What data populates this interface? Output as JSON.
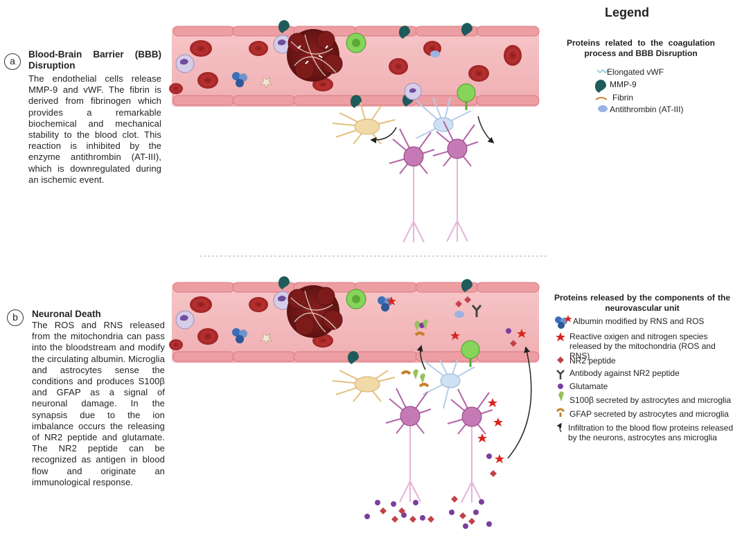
{
  "panel_a": {
    "letter": "a",
    "heading": "Blood-Brain Barrier (BBB) Disruption",
    "body": "The endothelial cells release MMP-9 and vWF. The fibrin is derived from fibrinogen which provides a remarkable biochemical and mechanical stability to the blood clot. This reaction is inhibited by the enzyme antithrombin (AT-III), which is downregulated during an ischemic event."
  },
  "panel_b": {
    "letter": "b",
    "heading": "Neuronal Death",
    "body": "The ROS and RNS released from the mitochondria can pass into the bloodstream and modify the circulating albumin. Microglia and astrocytes sense the conditions and produces S100β and GFAP as a signal of neuronal damage. In the synapsis due to the ion imbalance occurs the releasing of NR2 peptide and glutamate. The NR2 peptide can be recognized as antigen in blood flow and originate an immunological response."
  },
  "legend": {
    "title": "Legend",
    "section1_title": "Proteins related to the coagulation process and BBB Disruption",
    "section1_items": [
      {
        "icon": "vwf-icon",
        "label": "Elongated vWF"
      },
      {
        "icon": "mmp9-icon",
        "label": "MMP-9"
      },
      {
        "icon": "fibrin-icon",
        "label": "Fibrin"
      },
      {
        "icon": "antithrombin-icon",
        "label": "Antithrombin (AT-III)"
      }
    ],
    "section2_title": "Proteins released by the components of the neurovascular unit",
    "section2_items": [
      {
        "icon": "albumin-icon",
        "label": "Albumin modified by RNS and ROS"
      },
      {
        "icon": "ros-star-icon",
        "label": "Reactive oxigen and nitrogen species released by the mitochondria (ROS and RNS)"
      },
      {
        "icon": "nr2-diamond-icon",
        "label": "NR2 peptide"
      },
      {
        "icon": "antibody-icon",
        "label": "Antibody against NR2 peptide"
      },
      {
        "icon": "glutamate-icon",
        "label": "Glutamate"
      },
      {
        "icon": "s100b-icon",
        "label": "S100β secreted by astrocytes and microglia"
      },
      {
        "icon": "gfap-icon",
        "label": "GFAP secreted by astrocytes and microglia"
      },
      {
        "icon": "infiltration-arrow-icon",
        "label": "Infiltration to the blood flow proteins released by the neurons, astrocytes ans microglia"
      }
    ]
  },
  "colors": {
    "vessel": "#f2b8bb",
    "endothelium": "#e98a90",
    "rbc": "#b32a2a",
    "clot": "#7a1b1b",
    "mmp9": "#1f5b5b",
    "neuron": "#a8549a",
    "astrocyte": "#e8c98f",
    "astrocyte_blue": "#aac6e4",
    "microglia": "#7ccd4a",
    "ros": "#d7261e",
    "nr2": "#c2424a",
    "glutamate": "#7a3f9e"
  }
}
